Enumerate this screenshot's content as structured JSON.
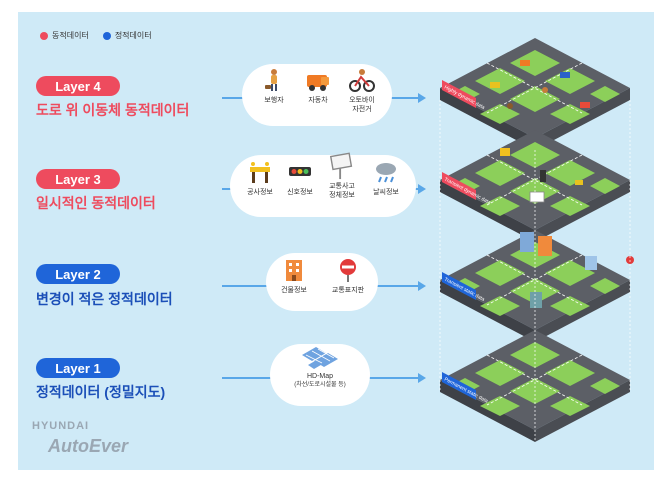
{
  "legend": {
    "dynamic_label": "동적데이터",
    "dynamic_color": "#ee4b5e",
    "static_label": "정적데이터",
    "static_color": "#1f65d9"
  },
  "layers": [
    {
      "title": "Layer 4",
      "desc": "도로 위 이동체 동적데이터",
      "kind": "dynamic"
    },
    {
      "title": "Layer 3",
      "desc": "일시적인 동적데이터",
      "kind": "dynamic"
    },
    {
      "title": "Layer 2",
      "desc": "변경이 적은 정적데이터",
      "kind": "static"
    },
    {
      "title": "Layer 1",
      "desc": "정적데이터 (정밀지도)",
      "kind": "static"
    }
  ],
  "layer4_items": [
    {
      "icon": "pedestrian-icon",
      "label": "보행자"
    },
    {
      "icon": "car-icon",
      "label": "자동차"
    },
    {
      "icon": "motorcycle-icon",
      "label": "오토바이\n자전거"
    }
  ],
  "layer3_items": [
    {
      "icon": "construction-icon",
      "label": "공사정보"
    },
    {
      "icon": "traffic-light-icon",
      "label": "신호정보"
    },
    {
      "icon": "billboard-icon",
      "label": "교통사고\n정체정보"
    },
    {
      "icon": "weather-icon",
      "label": "날씨정보"
    }
  ],
  "layer2_items": [
    {
      "icon": "building-icon",
      "label": "건물정보"
    },
    {
      "icon": "traffic-sign-icon",
      "label": "교통표지판"
    }
  ],
  "layer1_item": {
    "icon": "hd-map-icon",
    "label": "HD-Map",
    "sublabel": "(차선/도로시설물 등)"
  },
  "map_labels": [
    "Highly dynamic data",
    "Transient dynamic data",
    "Transient static data",
    "Permanent static data"
  ],
  "logo": {
    "top": "HYUNDAI",
    "bottom": "AutoEver"
  }
}
